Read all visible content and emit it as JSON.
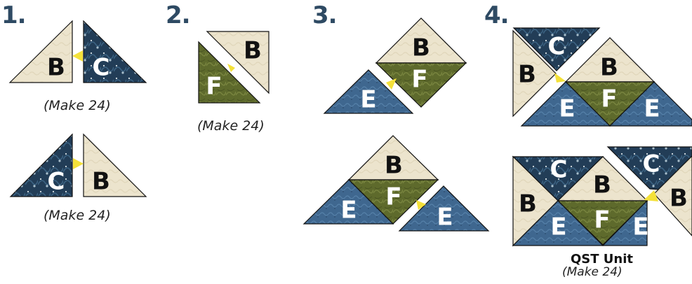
{
  "steps": [
    "1.",
    "2.",
    "3.",
    "4."
  ],
  "captions": {
    "make24": "(Make 24)"
  },
  "qst_unit": {
    "title": "QST Unit",
    "caption": "(Make 24)"
  },
  "fabrics": {
    "B": "B",
    "C": "C",
    "E": "E",
    "F": "F"
  },
  "colors": {
    "cream": "#ece4cd",
    "navy": "#233f58",
    "blue": "#3f678f",
    "green": "#5e6a2c",
    "yellow": "#f4e13a",
    "step_number": "#2e4a63"
  }
}
